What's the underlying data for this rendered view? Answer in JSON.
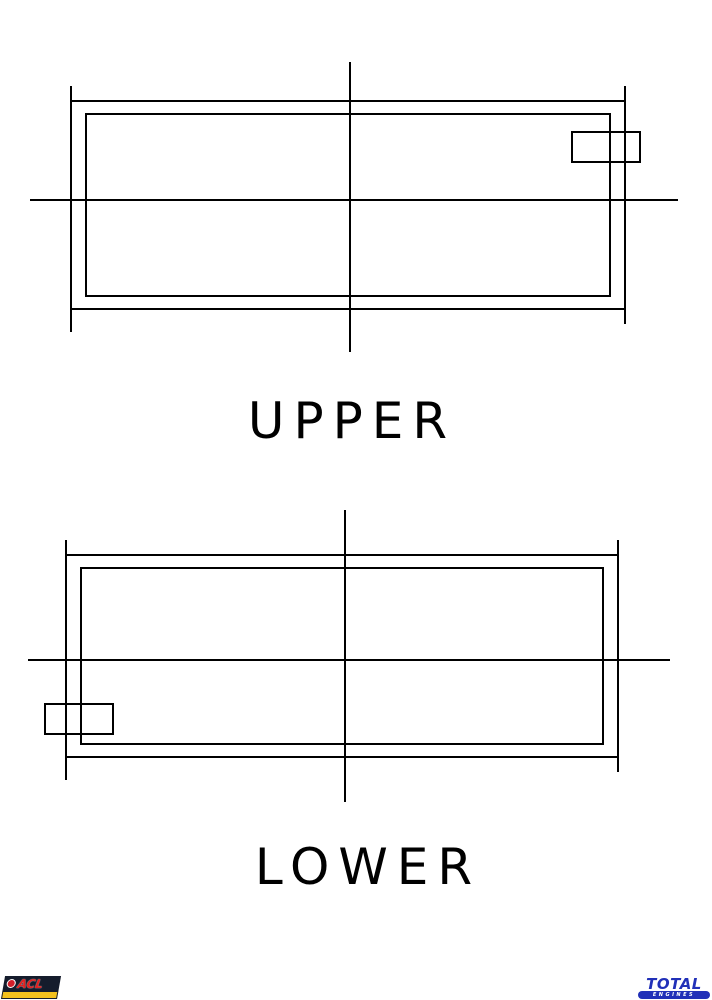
{
  "page": {
    "background": "#ffffff",
    "line_color": "#000000"
  },
  "drawings": {
    "upper": {
      "label": "UPPER"
    },
    "lower": {
      "label": "LOWER"
    }
  },
  "footer": {
    "acl_logo": {
      "text": "ACL",
      "colors": {
        "background": "#151c2c",
        "text": "#e0201f",
        "stripe": "#f4c11d"
      }
    },
    "total_engines_logo": {
      "text": "TOTAL",
      "subtext": "ENGINES",
      "color": "#2130b8"
    }
  }
}
